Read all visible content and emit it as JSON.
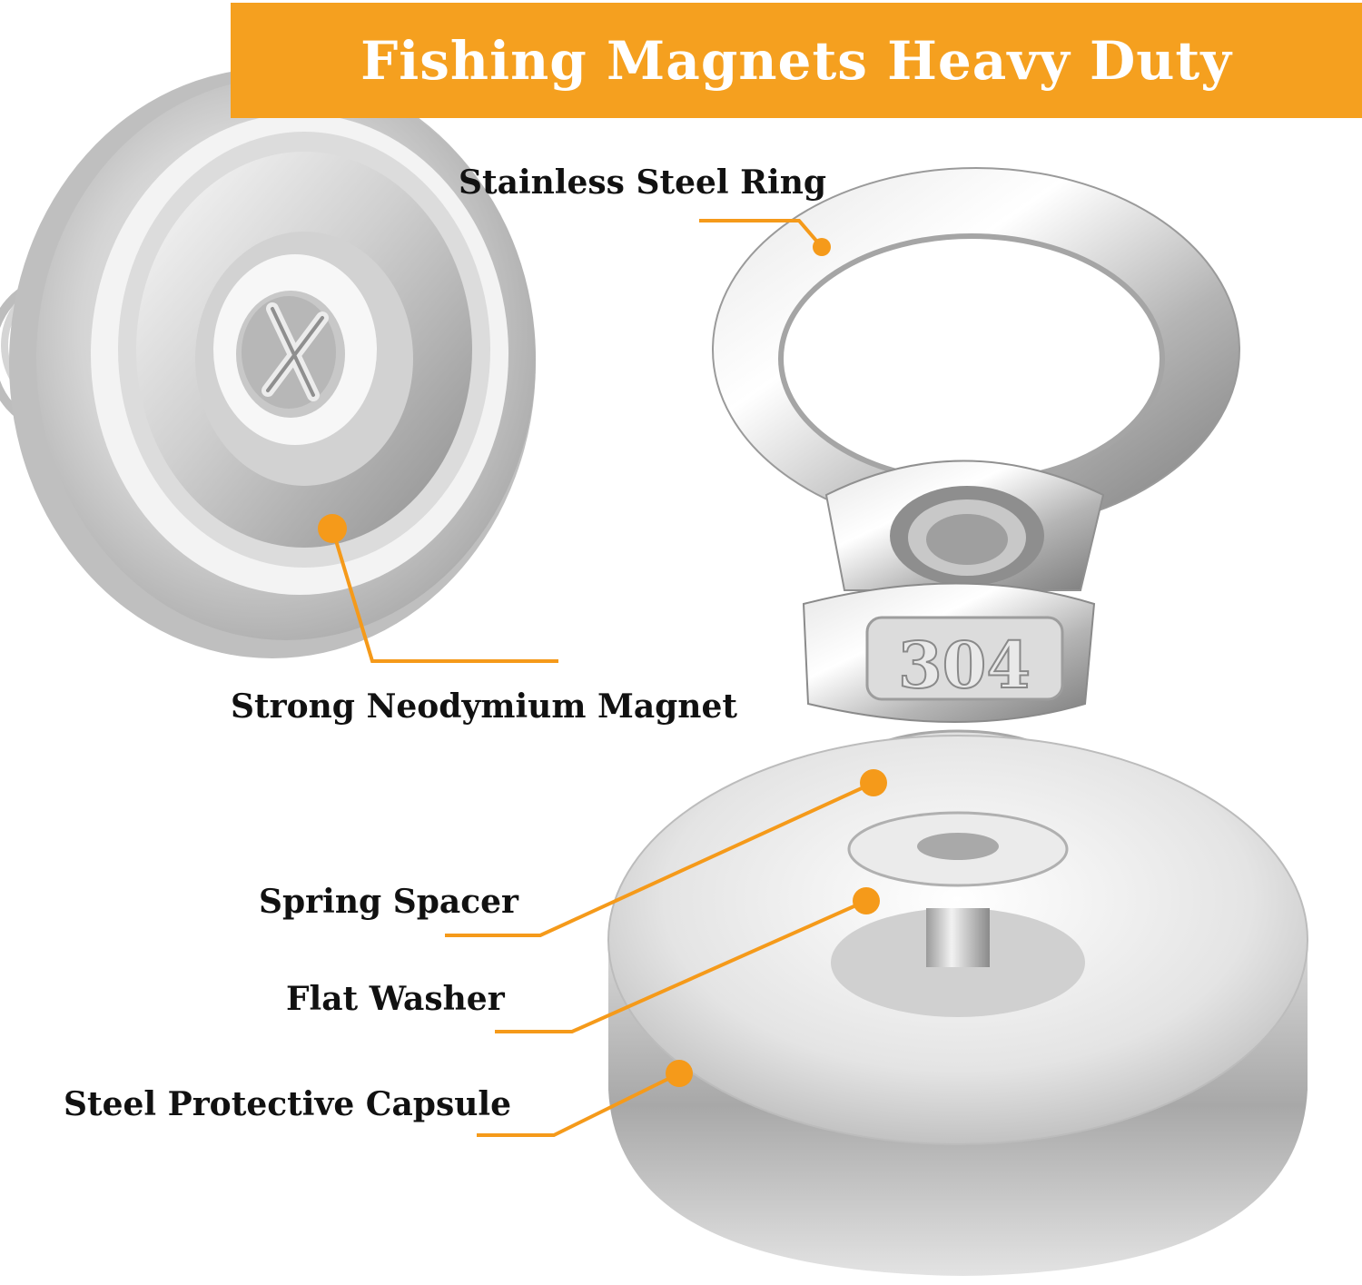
{
  "banner": {
    "title": "Fishing Magnets Heavy Duty",
    "color": "#f5a01f"
  },
  "callouts": {
    "stainless_steel_ring": "Stainless Steel Ring",
    "strong_neodymium_magnet": "Strong Neodymium Magnet",
    "spring_spacer": "Spring Spacer",
    "flat_washer": "Flat Washer",
    "steel_protective_capsule": "Steel Protective Capsule"
  },
  "eyebolt_stamp": "304",
  "accent_color": "#f59a1a",
  "label_color": "#111111"
}
